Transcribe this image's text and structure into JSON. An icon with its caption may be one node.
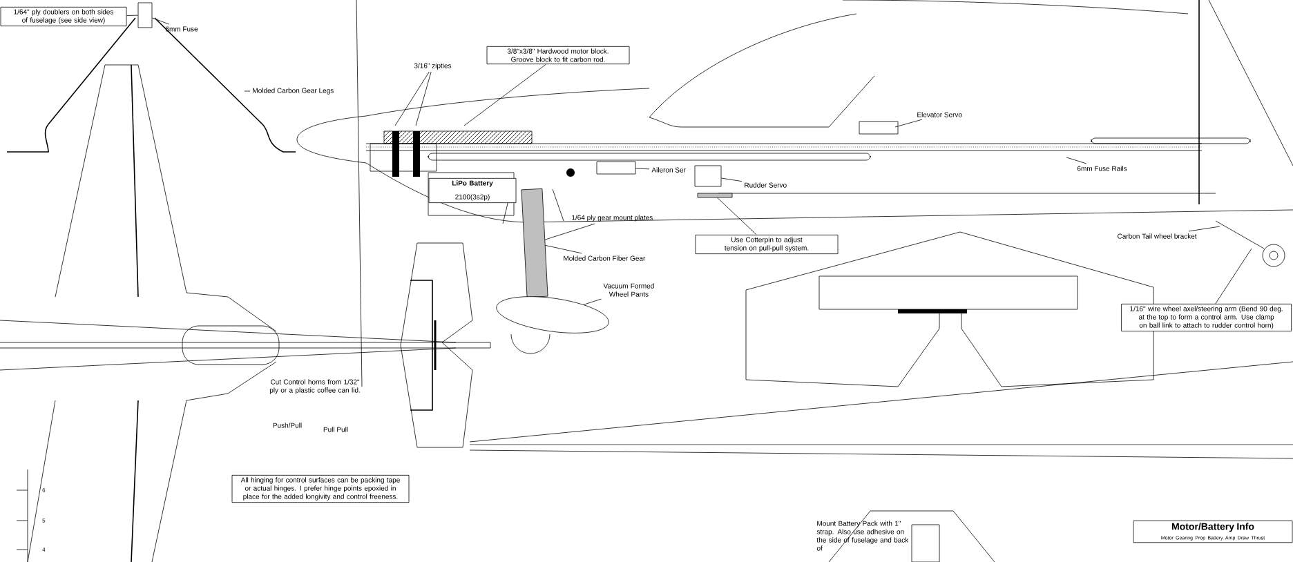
{
  "diagram": {
    "nodes": [
      {
        "text": [
          "1/64\" ply doublers on both sides of fuselage (see side view)"
        ]
      },
      {
        "text": [
          "6mm Fuse"
        ]
      },
      {
        "text": [
          "Molded Carbon Gear Legs"
        ]
      },
      {
        "text": [
          "3/16\" zipties"
        ]
      },
      {
        "text": [
          "3/8\"x3/8\" Hardwood motor block. Groove block to fit carbon rod."
        ]
      },
      {
        "text": [
          "Elevator Servo"
        ]
      },
      {
        "text": [
          "LiPo Battery",
          "2100(3s2p)"
        ]
      },
      {
        "text": [
          "Aileron Ser"
        ]
      },
      {
        "text": [
          "Rudder Servo"
        ]
      },
      {
        "text": [
          "6mm Fuse Rails"
        ]
      },
      {
        "text": [
          "1/64 ply gear mount plates"
        ]
      },
      {
        "text": [
          "Molded Carbon Fiber Gear"
        ]
      },
      {
        "text": [
          "Use Cotterpin to adjust tension on pull-pull system."
        ]
      },
      {
        "text": [
          "Vacuum Formed Wheel Pants"
        ]
      },
      {
        "text": [
          "Carbon Tail wheel bracket"
        ]
      },
      {
        "text": [
          "1/16\" wire wheel axel/steering arm (Bend 90 deg. at the top to form a control arm. Use clamp on ball link to attach to rudder control horn)"
        ]
      },
      {
        "text": [
          "All hinging for control surfaces can be packing tape or actual hinges. I prefer hinge points epoxied in place for the added longivity and control freeness."
        ]
      },
      {
        "text": [
          "Motor/Battery Info",
          "Motor Gearing Prop Battery Amp Draw Thrust"
        ]
      },
      {
        "text": [],
        "shape": "box"
      },
      {
        "text": [],
        "shape": "bar"
      },
      {
        "text": [],
        "shape": "box"
      },
      {
        "text": [],
        "shape": "picture"
      },
      {
        "text": [],
        "shape": "bar"
      }
    ],
    "edges": [
      {
        "from": 0,
        "to": 18,
        "arrow": "none"
      },
      {
        "from": 1,
        "to": 18,
        "arrow": "none"
      },
      {
        "from": 2,
        "to": null,
        "arrow": "none"
      },
      {
        "from": 3,
        "to": null,
        "arrow": "none"
      },
      {
        "from": 3,
        "to": null,
        "arrow": "none"
      },
      {
        "from": 4,
        "to": null,
        "arrow": "none"
      },
      {
        "from": 5,
        "to": null,
        "arrow": "none"
      },
      {
        "from": 7,
        "to": null,
        "arrow": "none"
      },
      {
        "from": 8,
        "to": 20,
        "arrow": "none"
      },
      {
        "from": 9,
        "to": null,
        "arrow": "none"
      },
      {
        "from": 10,
        "to": 19,
        "arrow": "none"
      },
      {
        "from": 11,
        "to": 19,
        "arrow": "none"
      },
      {
        "from": 12,
        "to": 22,
        "arrow": "none"
      },
      {
        "from": 13,
        "to": 21,
        "arrow": "none"
      },
      {
        "from": 14,
        "to": null,
        "arrow": "none"
      },
      {
        "from": 15,
        "to": null,
        "arrow": "none"
      }
    ],
    "labels": [
      "Cut Control horns from 1/32\" ply or a plastic coffee can lid.",
      "Push/Pull",
      "Pull Pull",
      "Mount Battery Pack with 1\" strap. Also use adhesive on the side of fuselage and back of",
      "6",
      "5",
      "4"
    ]
  }
}
